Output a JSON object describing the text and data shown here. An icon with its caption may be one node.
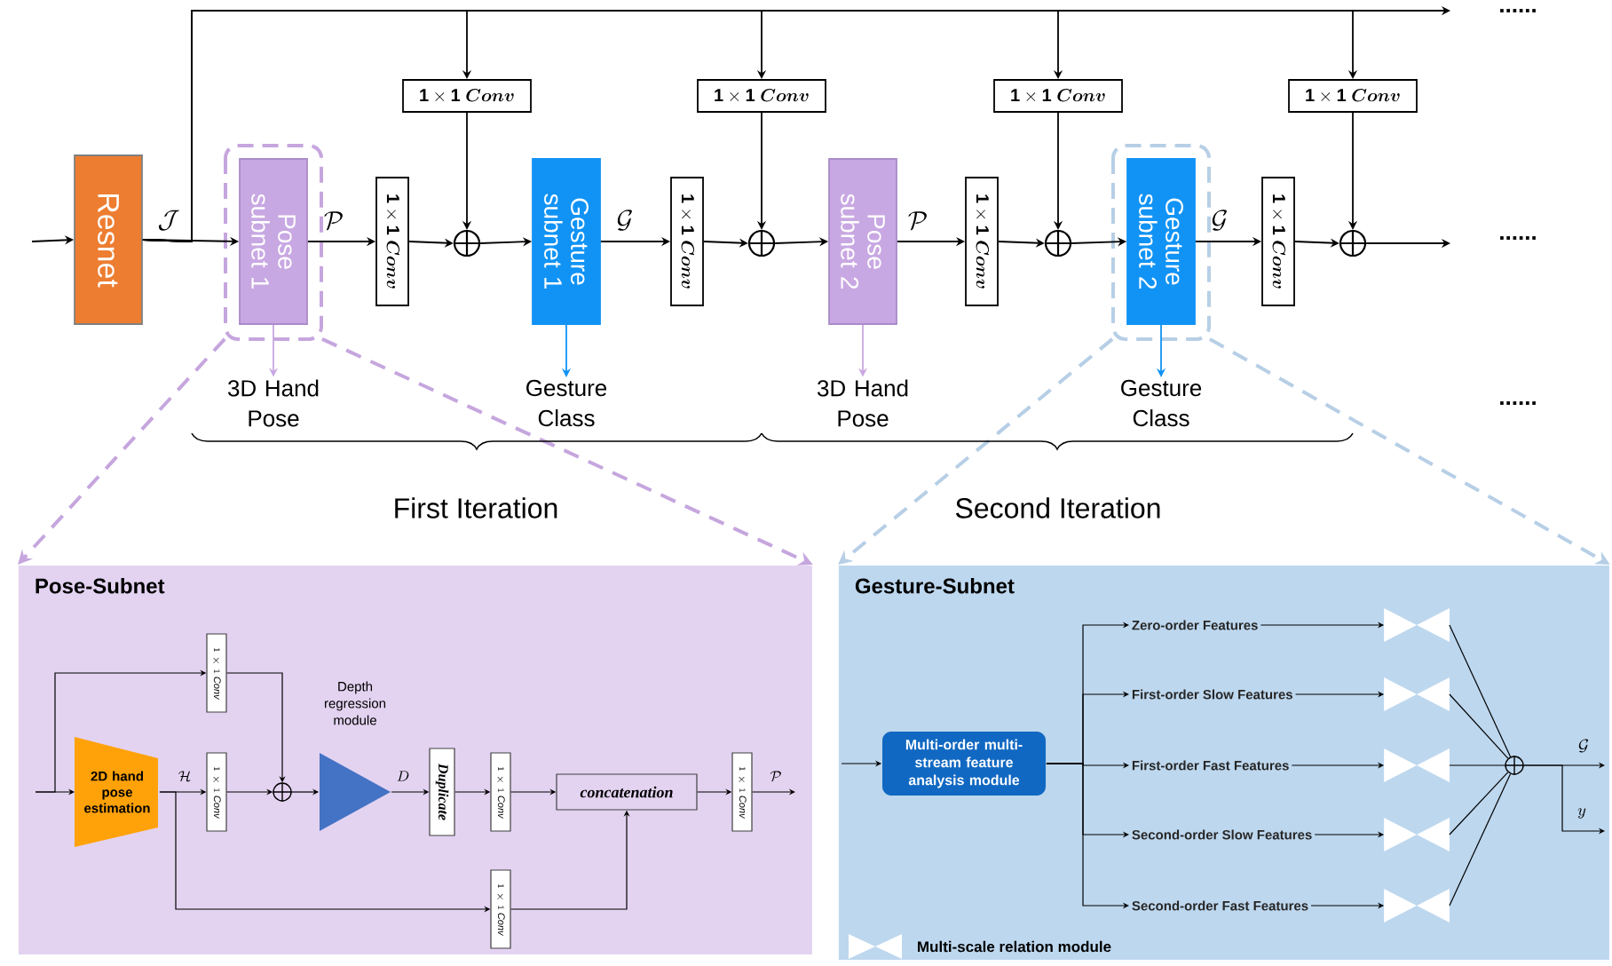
{
  "diagram": {
    "nodes": [
      {
        "text": [
          "Resnet"
        ]
      },
      {
        "text": [
          "Pose subnet 1"
        ]
      },
      {
        "text": [
          "\\mathbf{1\\times 1}\\ \\boldsymbol{Conv}"
        ]
      },
      {
        "text": [],
        "shape": "circle"
      },
      {
        "text": [
          "\\mathbf{1\\times 1}\\ \\boldsymbol{Conv}"
        ]
      },
      {
        "text": [
          "Gesture subnet 1"
        ]
      },
      {
        "text": [
          "\\mathbf{1\\times 1}\\ \\boldsymbol{Conv}"
        ]
      },
      {
        "text": [],
        "shape": "circle"
      },
      {
        "text": [
          "\\mathbf{1\\times 1}\\ \\boldsymbol{Conv}"
        ]
      },
      {
        "text": [
          "Pose subnet 2"
        ]
      },
      {
        "text": [
          "\\mathbf{1\\times 1}\\ \\boldsymbol{Conv}"
        ]
      },
      {
        "text": [],
        "shape": "circle"
      },
      {
        "text": [
          "\\mathbf{1\\times 1}\\ \\boldsymbol{Conv}"
        ]
      },
      {
        "text": [
          "Gesture subnet 2"
        ]
      },
      {
        "text": [
          "\\mathbf{1\\times 1}\\ \\boldsymbol{Conv}"
        ]
      },
      {
        "text": [],
        "shape": "circle"
      },
      {
        "text": [
          "\\mathbf{1\\times 1}\\ \\boldsymbol{Conv}"
        ]
      },
      {
        "text": [
          "3D Hand Pose"
        ]
      },
      {
        "text": [
          "Gesture Class"
        ]
      },
      {
        "text": [
          "3D Hand Pose"
        ]
      },
      {
        "text": [
          "Gesture Class"
        ]
      },
      {
        "text": [
          "Pose-Subnet"
        ]
      },
      {
        "text": [
          "2D hand pose estimation"
        ],
        "in": 21
      },
      {
        "text": [
          "1\\times 1\\,\\mathit{Conv}"
        ],
        "in": 21
      },
      {
        "text": [
          "1\\times 1\\,\\mathit{Conv}"
        ],
        "in": 21
      },
      {
        "text": [],
        "shape": "circle",
        "in": 21
      },
      {
        "text": [
          "Depth regression module"
        ],
        "in": 21
      },
      {
        "text": [
          "Duplicate"
        ],
        "in": 21
      },
      {
        "text": [
          "1\\times 1\\,\\mathit{Conv}"
        ],
        "in": 21
      },
      {
        "text": [
          "concatenation"
        ],
        "in": 21
      },
      {
        "text": [
          "1\\times 1\\,\\mathit{Conv}"
        ],
        "in": 21
      },
      {
        "text": [
          "1\\times 1\\,\\mathit{Conv}"
        ],
        "in": 21
      },
      {
        "text": [
          "Gesture-Subnet"
        ]
      },
      {
        "text": [
          "Multi-order multi-stream feature analysis module"
        ],
        "in": 32
      },
      {
        "text": [
          "Zero-order Features"
        ],
        "in": 32
      },
      {
        "text": [
          "First-order Slow Features"
        ],
        "in": 32
      },
      {
        "text": [
          "First-order Fast Features"
        ],
        "in": 32
      },
      {
        "text": [
          "Second-order Slow Features"
        ],
        "in": 32
      },
      {
        "text": [
          "Second-order Fast Features"
        ],
        "in": 32
      },
      {
        "text": [],
        "shape": "bowtie",
        "in": 32
      },
      {
        "text": [],
        "shape": "bowtie",
        "in": 32
      },
      {
        "text": [],
        "shape": "bowtie",
        "in": 32
      },
      {
        "text": [],
        "shape": "bowtie",
        "in": 32
      },
      {
        "text": [],
        "shape": "bowtie",
        "in": 32
      },
      {
        "text": [],
        "shape": "circle",
        "in": 32
      }
    ],
    "edges": [
      {
        "from": null,
        "to": 0,
        "arrow": "to"
      },
      {
        "from": 0,
        "to": 1,
        "arrow": "to",
        "label": "\\mathcal{J}"
      },
      {
        "from": 0,
        "to": 4,
        "arrow": "to"
      },
      {
        "from": 0,
        "to": 8,
        "arrow": "to"
      },
      {
        "from": 0,
        "to": 12,
        "arrow": "to"
      },
      {
        "from": 0,
        "to": 16,
        "arrow": "to"
      },
      {
        "from": 0,
        "to": null,
        "arrow": "to"
      },
      {
        "from": 1,
        "to": 2,
        "arrow": "to",
        "label": "\\mathcal{P}"
      },
      {
        "from": 2,
        "to": 3,
        "arrow": "to"
      },
      {
        "from": 4,
        "to": 3,
        "arrow": "to"
      },
      {
        "from": 3,
        "to": 5,
        "arrow": "to"
      },
      {
        "from": 5,
        "to": 6,
        "arrow": "to",
        "label": "\\mathcal{G}"
      },
      {
        "from": 6,
        "to": 7,
        "arrow": "to"
      },
      {
        "from": 8,
        "to": 7,
        "arrow": "to"
      },
      {
        "from": 7,
        "to": 9,
        "arrow": "to"
      },
      {
        "from": 9,
        "to": 10,
        "arrow": "to",
        "label": "\\mathcal{P}"
      },
      {
        "from": 10,
        "to": 11,
        "arrow": "to"
      },
      {
        "from": 12,
        "to": 11,
        "arrow": "to"
      },
      {
        "from": 11,
        "to": 13,
        "arrow": "to"
      },
      {
        "from": 13,
        "to": 14,
        "arrow": "to",
        "label": "\\mathcal{G}"
      },
      {
        "from": 14,
        "to": 15,
        "arrow": "to"
      },
      {
        "from": 16,
        "to": 15,
        "arrow": "to"
      },
      {
        "from": 15,
        "to": null,
        "arrow": "to"
      },
      {
        "from": 1,
        "to": 17,
        "arrow": "to",
        "color": "#c8a8e2"
      },
      {
        "from": 5,
        "to": 18,
        "arrow": "to",
        "color": "#1193f5"
      },
      {
        "from": 9,
        "to": 19,
        "arrow": "to",
        "color": "#c8a8e2"
      },
      {
        "from": 13,
        "to": 20,
        "arrow": "to",
        "color": "#1193f5"
      },
      {
        "from": 1,
        "to": 21,
        "arrow": "to",
        "style": "dashed",
        "color": "#c6a6de"
      },
      {
        "from": 1,
        "to": 21,
        "arrow": "to",
        "style": "dashed",
        "color": "#c6a6de"
      },
      {
        "from": 13,
        "to": 32,
        "arrow": "to",
        "style": "dashed",
        "color": "#b7cfe6"
      },
      {
        "from": 13,
        "to": 32,
        "arrow": "to",
        "style": "dashed",
        "color": "#b7cfe6"
      },
      {
        "from": null,
        "to": 22,
        "arrow": "to"
      },
      {
        "from": null,
        "to": 23,
        "arrow": "to"
      },
      {
        "from": 22,
        "to": 24,
        "arrow": "to",
        "label": "\\mathcal{H}"
      },
      {
        "from": 22,
        "to": 30,
        "arrow": "to"
      },
      {
        "from": 23,
        "to": 25,
        "arrow": "to"
      },
      {
        "from": 24,
        "to": 25,
        "arrow": "to"
      },
      {
        "from": 25,
        "to": 26,
        "arrow": "to"
      },
      {
        "from": 26,
        "to": 27,
        "arrow": "to",
        "label": "D"
      },
      {
        "from": 27,
        "to": 28,
        "arrow": "to"
      },
      {
        "from": 28,
        "to": 29,
        "arrow": "to"
      },
      {
        "from": 30,
        "to": 29,
        "arrow": "to"
      },
      {
        "from": 29,
        "to": 31,
        "arrow": "to"
      },
      {
        "from": 31,
        "to": null,
        "arrow": "to",
        "label": "\\mathcal{P}"
      },
      {
        "from": null,
        "to": 33,
        "arrow": "to"
      },
      {
        "from": 33,
        "to": 34,
        "arrow": "to"
      },
      {
        "from": 33,
        "to": 35,
        "arrow": "to"
      },
      {
        "from": 33,
        "to": 36,
        "arrow": "to"
      },
      {
        "from": 33,
        "to": 37,
        "arrow": "to"
      },
      {
        "from": 33,
        "to": 38,
        "arrow": "to"
      },
      {
        "from": 34,
        "to": 39,
        "arrow": "to"
      },
      {
        "from": 35,
        "to": 40,
        "arrow": "to"
      },
      {
        "from": 36,
        "to": 41,
        "arrow": "to"
      },
      {
        "from": 37,
        "to": 42,
        "arrow": "to"
      },
      {
        "from": 38,
        "to": 43,
        "arrow": "to"
      },
      {
        "from": 39,
        "to": 44,
        "arrow": "none"
      },
      {
        "from": 40,
        "to": 44,
        "arrow": "none"
      },
      {
        "from": 41,
        "to": 44,
        "arrow": "none"
      },
      {
        "from": 42,
        "to": 44,
        "arrow": "none"
      },
      {
        "from": 43,
        "to": 44,
        "arrow": "none"
      },
      {
        "from": 44,
        "to": null,
        "arrow": "to",
        "label": "\\mathcal{G}"
      },
      {
        "from": 44,
        "to": null,
        "arrow": "to",
        "label": "y"
      }
    ],
    "labels": [
      "......",
      "......",
      "......",
      "First Iteration",
      "Second Iteration"
    ],
    "legend": [
      {
        "text": "Multi-scale relation module"
      }
    ]
  }
}
